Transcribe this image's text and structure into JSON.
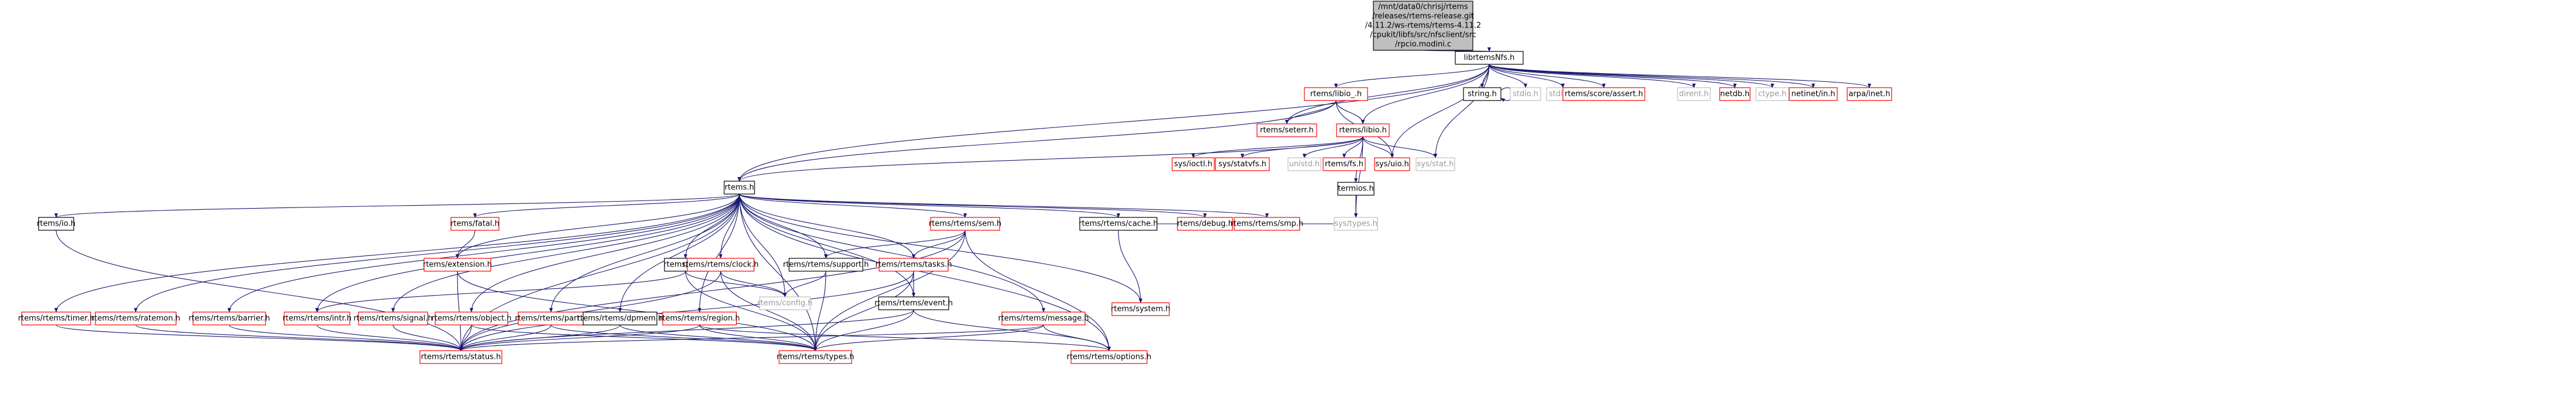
{
  "root": {
    "lines": [
      "/mnt/data0/chrisj/rtems",
      "/releases/rtems-release.git",
      "/4.11.2/ws-rtems/rtems-4.11.2",
      "/cpukit/libfs/src/nfsclient/src",
      "/rpcio.modini.c"
    ]
  },
  "colors": {
    "edge": "#191970",
    "missing": "#ff0000",
    "plain": "#000000",
    "dim": "#bfbfbf",
    "root_fill": "#bfbfbf"
  },
  "nodes": [
    {
      "id": "librtemsnfs",
      "label": "librtemsNfs.h",
      "style": "plain"
    },
    {
      "id": "libio_",
      "label": "rtems/libio_.h",
      "style": "missing"
    },
    {
      "id": "stringh",
      "label": "string.h",
      "style": "plain"
    },
    {
      "id": "stdio",
      "label": "stdio.h",
      "style": "dim"
    },
    {
      "id": "stdlib",
      "label": "stdlib.h",
      "style": "dim"
    },
    {
      "id": "assert",
      "label": "rtems/score/assert.h",
      "style": "missing"
    },
    {
      "id": "dirent",
      "label": "dirent.h",
      "style": "dim"
    },
    {
      "id": "netdb",
      "label": "netdb.h",
      "style": "missing"
    },
    {
      "id": "ctype",
      "label": "ctype.h",
      "style": "dim"
    },
    {
      "id": "netinet",
      "label": "netinet/in.h",
      "style": "missing"
    },
    {
      "id": "arpa",
      "label": "arpa/inet.h",
      "style": "missing"
    },
    {
      "id": "libio",
      "label": "rtems/libio.h",
      "style": "missing"
    },
    {
      "id": "seterr",
      "label": "rtems/seterr.h",
      "style": "missing"
    },
    {
      "id": "rtemsh",
      "label": "rtems.h",
      "style": "plain"
    },
    {
      "id": "ioctl",
      "label": "sys/ioctl.h",
      "style": "missing"
    },
    {
      "id": "statvfs",
      "label": "sys/statvfs.h",
      "style": "missing"
    },
    {
      "id": "unistd",
      "label": "unistd.h",
      "style": "dim"
    },
    {
      "id": "fs",
      "label": "rtems/fs.h",
      "style": "missing"
    },
    {
      "id": "uio",
      "label": "sys/uio.h",
      "style": "missing"
    },
    {
      "id": "stat",
      "label": "sys/stat.h",
      "style": "dim"
    },
    {
      "id": "termios",
      "label": "termios.h",
      "style": "plain"
    },
    {
      "id": "systypes",
      "label": "sys/types.h",
      "style": "dim"
    },
    {
      "id": "rtemsio",
      "label": "rtems/io.h",
      "style": "plain"
    },
    {
      "id": "fatal",
      "label": "rtems/fatal.h",
      "style": "missing"
    },
    {
      "id": "extension",
      "label": "rtems/extension.h",
      "style": "missing"
    },
    {
      "id": "sem",
      "label": "rtems/rtems/sem.h",
      "style": "missing"
    },
    {
      "id": "cache",
      "label": "rtems/rtems/cache.h",
      "style": "plain"
    },
    {
      "id": "debug",
      "label": "rtems/debug.h",
      "style": "missing"
    },
    {
      "id": "smp",
      "label": "rtems/rtems/smp.h",
      "style": "missing"
    },
    {
      "id": "init",
      "label": "rtems/init.h",
      "style": "plain"
    },
    {
      "id": "clock",
      "label": "rtems/rtems/clock.h",
      "style": "missing"
    },
    {
      "id": "support",
      "label": "rtems/rtems/support.h",
      "style": "plain"
    },
    {
      "id": "tasks",
      "label": "rtems/rtems/tasks.h",
      "style": "missing"
    },
    {
      "id": "system",
      "label": "rtems/system.h",
      "style": "missing"
    },
    {
      "id": "config",
      "label": "rtems/config.h",
      "style": "dim"
    },
    {
      "id": "event",
      "label": "rtems/rtems/event.h",
      "style": "plain"
    },
    {
      "id": "timer",
      "label": "rtems/rtems/timer.h",
      "style": "missing"
    },
    {
      "id": "ratemon",
      "label": "rtems/rtems/ratemon.h",
      "style": "missing"
    },
    {
      "id": "barrier",
      "label": "rtems/rtems/barrier.h",
      "style": "missing"
    },
    {
      "id": "intr",
      "label": "rtems/rtems/intr.h",
      "style": "missing"
    },
    {
      "id": "signal",
      "label": "rtems/rtems/signal.h",
      "style": "missing"
    },
    {
      "id": "object",
      "label": "rtems/rtems/object.h",
      "style": "missing"
    },
    {
      "id": "part",
      "label": "rtems/rtems/part.h",
      "style": "missing"
    },
    {
      "id": "dpmem",
      "label": "rtems/rtems/dpmem.h",
      "style": "plain"
    },
    {
      "id": "region",
      "label": "rtems/rtems/region.h",
      "style": "missing"
    },
    {
      "id": "message",
      "label": "rtems/rtems/message.h",
      "style": "missing"
    },
    {
      "id": "status",
      "label": "rtems/rtems/status.h",
      "style": "missing"
    },
    {
      "id": "types",
      "label": "rtems/rtems/types.h",
      "style": "missing"
    },
    {
      "id": "options",
      "label": "rtems/rtems/options.h",
      "style": "missing"
    }
  ],
  "edges": [
    [
      "root",
      "librtemsnfs"
    ],
    [
      "librtemsnfs",
      "rtemsh"
    ],
    [
      "librtemsnfs",
      "libio_"
    ],
    [
      "librtemsnfs",
      "stringh"
    ],
    [
      "librtemsnfs",
      "stdio"
    ],
    [
      "librtemsnfs",
      "stdlib"
    ],
    [
      "librtemsnfs",
      "assert"
    ],
    [
      "librtemsnfs",
      "dirent"
    ],
    [
      "librtemsnfs",
      "netdb"
    ],
    [
      "librtemsnfs",
      "ctype"
    ],
    [
      "librtemsnfs",
      "netinet"
    ],
    [
      "librtemsnfs",
      "arpa"
    ],
    [
      "librtemsnfs",
      "libio"
    ],
    [
      "librtemsnfs",
      "seterr"
    ],
    [
      "librtemsnfs",
      "stat"
    ],
    [
      "librtemsnfs",
      "uio"
    ],
    [
      "stringh",
      "stringh"
    ],
    [
      "libio_",
      "libio"
    ],
    [
      "libio_",
      "seterr"
    ],
    [
      "libio_",
      "rtemsh"
    ],
    [
      "libio_",
      "uio"
    ],
    [
      "libio",
      "rtemsh"
    ],
    [
      "libio",
      "ioctl"
    ],
    [
      "libio",
      "statvfs"
    ],
    [
      "libio",
      "unistd"
    ],
    [
      "libio",
      "fs"
    ],
    [
      "libio",
      "uio"
    ],
    [
      "libio",
      "stat"
    ],
    [
      "libio",
      "termios"
    ],
    [
      "libio",
      "systypes"
    ],
    [
      "termios",
      "systypes"
    ],
    [
      "rtemsh",
      "rtemsio"
    ],
    [
      "rtemsh",
      "fatal"
    ],
    [
      "rtemsh",
      "extension"
    ],
    [
      "rtemsh",
      "sem"
    ],
    [
      "rtemsh",
      "cache"
    ],
    [
      "rtemsh",
      "debug"
    ],
    [
      "rtemsh",
      "smp"
    ],
    [
      "rtemsh",
      "init"
    ],
    [
      "rtemsh",
      "clock"
    ],
    [
      "rtemsh",
      "support"
    ],
    [
      "rtemsh",
      "tasks"
    ],
    [
      "rtemsh",
      "system"
    ],
    [
      "rtemsh",
      "config"
    ],
    [
      "rtemsh",
      "event"
    ],
    [
      "rtemsh",
      "timer"
    ],
    [
      "rtemsh",
      "ratemon"
    ],
    [
      "rtemsh",
      "barrier"
    ],
    [
      "rtemsh",
      "intr"
    ],
    [
      "rtemsh",
      "signal"
    ],
    [
      "rtemsh",
      "object"
    ],
    [
      "rtemsh",
      "part"
    ],
    [
      "rtemsh",
      "dpmem"
    ],
    [
      "rtemsh",
      "region"
    ],
    [
      "rtemsh",
      "message"
    ],
    [
      "rtemsh",
      "status"
    ],
    [
      "rtemsh",
      "types"
    ],
    [
      "rtemsh",
      "options"
    ],
    [
      "rtemsio",
      "status"
    ],
    [
      "fatal",
      "extension"
    ],
    [
      "extension",
      "status"
    ],
    [
      "extension",
      "types"
    ],
    [
      "sem",
      "support"
    ],
    [
      "sem",
      "tasks"
    ],
    [
      "sem",
      "status"
    ],
    [
      "sem",
      "types"
    ],
    [
      "sem",
      "options"
    ],
    [
      "cache",
      "system"
    ],
    [
      "cache",
      "systypes"
    ],
    [
      "init",
      "config"
    ],
    [
      "init",
      "intr"
    ],
    [
      "init",
      "types"
    ],
    [
      "clock",
      "config"
    ],
    [
      "clock",
      "status"
    ],
    [
      "clock",
      "types"
    ],
    [
      "support",
      "config"
    ],
    [
      "support",
      "types"
    ],
    [
      "tasks",
      "event"
    ],
    [
      "tasks",
      "status"
    ],
    [
      "tasks",
      "types"
    ],
    [
      "event",
      "status"
    ],
    [
      "event",
      "types"
    ],
    [
      "event",
      "options"
    ],
    [
      "timer",
      "status"
    ],
    [
      "ratemon",
      "status"
    ],
    [
      "barrier",
      "status"
    ],
    [
      "intr",
      "status"
    ],
    [
      "signal",
      "status"
    ],
    [
      "object",
      "status"
    ],
    [
      "object",
      "types"
    ],
    [
      "part",
      "status"
    ],
    [
      "part",
      "types"
    ],
    [
      "dpmem",
      "status"
    ],
    [
      "dpmem",
      "types"
    ],
    [
      "region",
      "status"
    ],
    [
      "region",
      "types"
    ],
    [
      "region",
      "options"
    ],
    [
      "message",
      "status"
    ],
    [
      "message",
      "types"
    ],
    [
      "message",
      "options"
    ]
  ]
}
